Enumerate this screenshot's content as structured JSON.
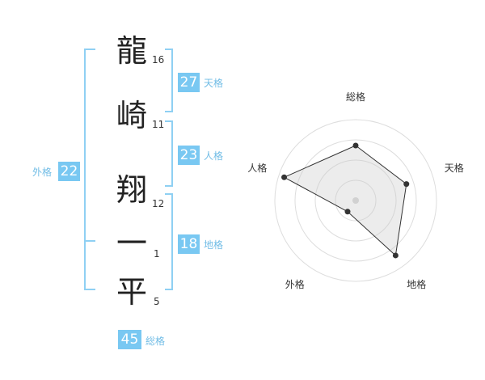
{
  "name": {
    "chars": [
      {
        "char": "龍",
        "strokes": "16"
      },
      {
        "char": "崎",
        "strokes": "11"
      },
      {
        "char": "翔",
        "strokes": "12"
      },
      {
        "char": "一",
        "strokes": "1"
      },
      {
        "char": "平",
        "strokes": "5"
      }
    ]
  },
  "fortunes": {
    "tenkaku": {
      "value": "27",
      "label": "天格"
    },
    "jinkaku": {
      "value": "23",
      "label": "人格"
    },
    "chikaku": {
      "value": "18",
      "label": "地格"
    },
    "gaikaku": {
      "value": "22",
      "label": "外格"
    },
    "soukaku": {
      "value": "45",
      "label": "総格"
    }
  },
  "colors": {
    "accent": "#79c8f2",
    "bracket": "#8fd0f3",
    "label": "#72bde6"
  },
  "chart_data": {
    "type": "radar",
    "axes": [
      "総格",
      "天格",
      "地格",
      "外格",
      "人格"
    ],
    "values": [
      0.68,
      0.66,
      0.84,
      0.17,
      0.93
    ],
    "max": 1,
    "rings": 4
  }
}
